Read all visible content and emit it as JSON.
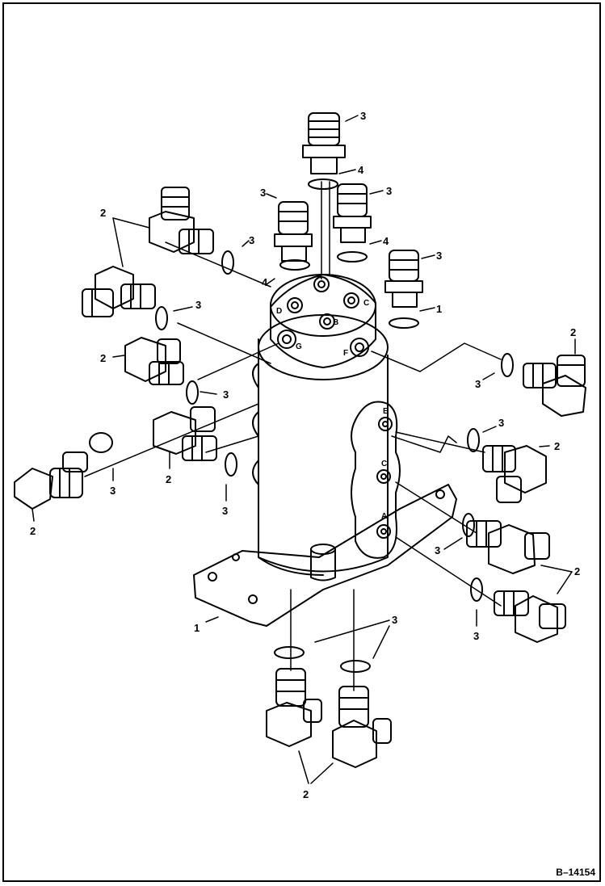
{
  "figure_ref": "B–14154",
  "callouts": {
    "swivel": "1",
    "elbow": "2",
    "connector": "3",
    "oring": "4"
  },
  "ports": {
    "a": "A",
    "b": "B",
    "c": "C",
    "d": "D",
    "e": "E",
    "f": "F",
    "g": "G"
  },
  "colors": {
    "line": "#000000",
    "background": "#ffffff"
  }
}
